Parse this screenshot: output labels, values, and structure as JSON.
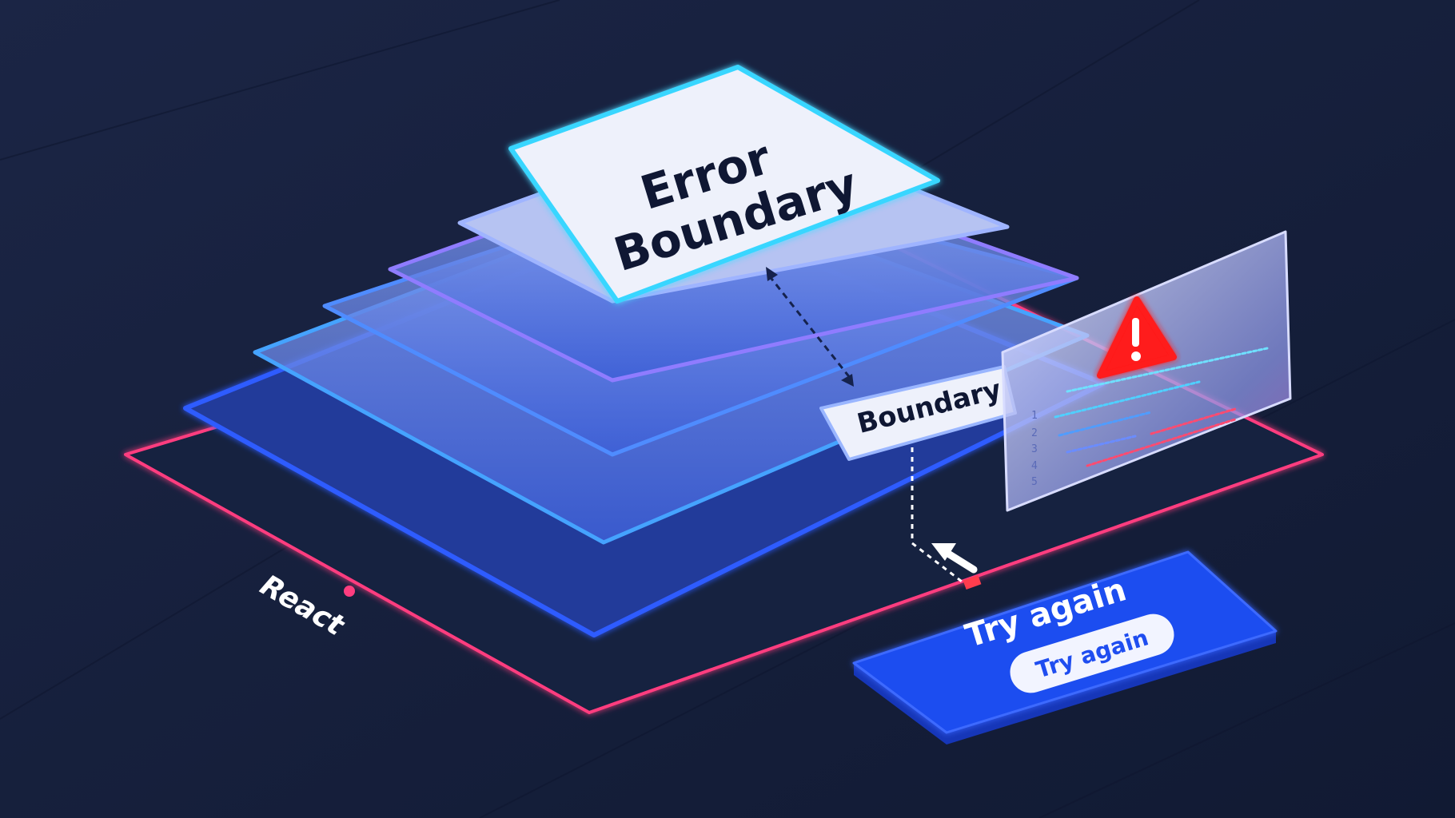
{
  "card": {
    "line1": "Error",
    "line2": "Boundary"
  },
  "boundary_label": "Boundary",
  "platform_label": "React",
  "action": {
    "title": "Try again",
    "button_label": "Try again"
  },
  "error_panel": {
    "icon": "warning-triangle-icon",
    "line_numbers": [
      "1",
      "2",
      "3",
      "4",
      "5"
    ]
  },
  "colors": {
    "background": "#141d38",
    "layer_blue": "#2f5bff",
    "outline_pink": "#ff3d7f",
    "warning_red": "#ff1a1a",
    "action_blue": "#1f4df0"
  }
}
